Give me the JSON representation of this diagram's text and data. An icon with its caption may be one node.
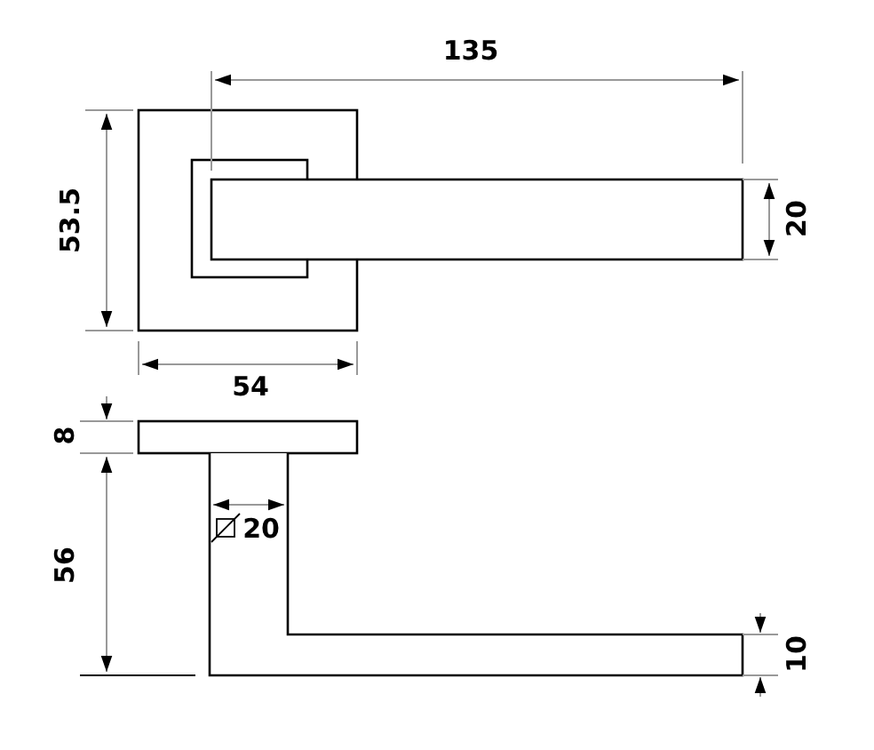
{
  "diagram": {
    "labels": [
      "135",
      "53.5",
      "20",
      "54",
      "8",
      "56",
      "20",
      "10"
    ]
  }
}
